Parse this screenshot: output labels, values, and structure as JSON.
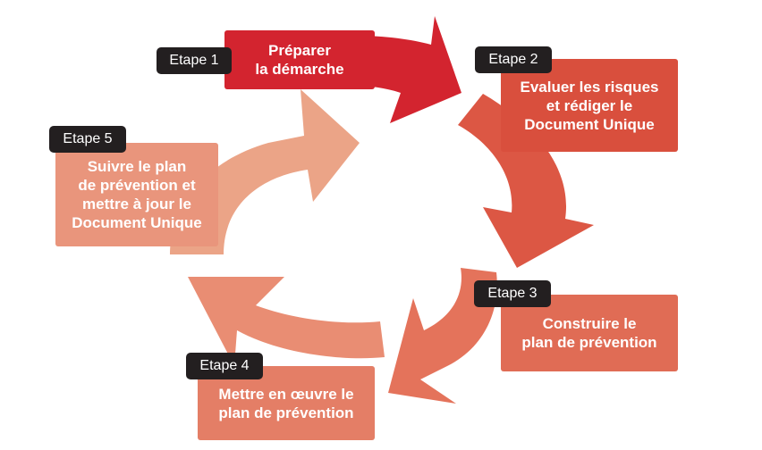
{
  "steps": [
    {
      "tag": "Etape 1",
      "text": "Préparer\nla démarche",
      "color": "#d3242f"
    },
    {
      "tag": "Etape 2",
      "text": "Evaluer les risques\net rédiger le\nDocument Unique",
      "color": "#d94f3d"
    },
    {
      "tag": "Etape 3",
      "text": "Construire le\nplan de prévention",
      "color": "#e06c55"
    },
    {
      "tag": "Etape 4",
      "text": "Mettre en œuvre le\nplan de prévention",
      "color": "#e47e66"
    },
    {
      "tag": "Etape 5",
      "text": "Suivre le plan\nde prévention et\nmettre à jour le\nDocument Unique",
      "color": "#e9957c"
    }
  ]
}
